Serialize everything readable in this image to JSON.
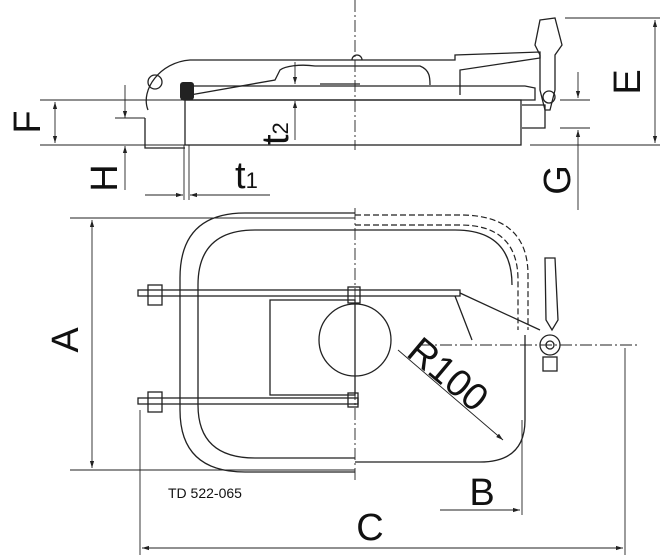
{
  "drawing": {
    "number": "TD 522-065",
    "dimensions": {
      "A": "A",
      "B": "B",
      "C": "C",
      "E": "E",
      "F": "F",
      "G": "G",
      "H": "H",
      "t1": "t",
      "t1_sub": "1",
      "t2": "t",
      "t2_sub": "2",
      "radius": "R100"
    }
  }
}
